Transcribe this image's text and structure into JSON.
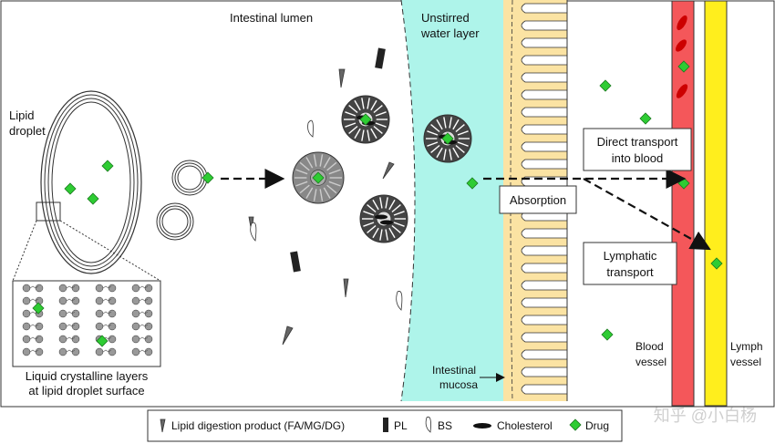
{
  "labels": {
    "intestinal_lumen": "Intestinal lumen",
    "lipid_droplet_line1": "Lipid",
    "lipid_droplet_line2": "droplet",
    "unstirred_line1": "Unstirred",
    "unstirred_line2": "water layer",
    "lc_layers_line1": "Liquid crystalline layers",
    "lc_layers_line2": "at lipid droplet surface",
    "mucosa_line1": "Intestinal",
    "mucosa_line2": "mucosa",
    "absorption": "Absorption",
    "direct_line1": "Direct transport",
    "direct_line2": "into blood",
    "lymphatic_line1": "Lymphatic",
    "lymphatic_line2": "transport",
    "blood_line1": "Blood",
    "blood_line2": "vessel",
    "lymph_line1": "Lymph",
    "lymph_line2": "vessel",
    "watermark": "知乎 @小白杨"
  },
  "legend": {
    "lipid_product": "Lipid digestion product (FA/MG/DG)",
    "pl": "PL",
    "bs": "BS",
    "cholesterol": "Cholesterol",
    "drug": "Drug"
  },
  "colors": {
    "water_layer": "#aef4ea",
    "mucosa": "#fbe3a3",
    "blood_vessel": "#f4575a",
    "lymph_vessel": "#ffee1d",
    "drug": "#2ecc33",
    "micelle": "#555555",
    "droplet_stroke": "#333333"
  }
}
